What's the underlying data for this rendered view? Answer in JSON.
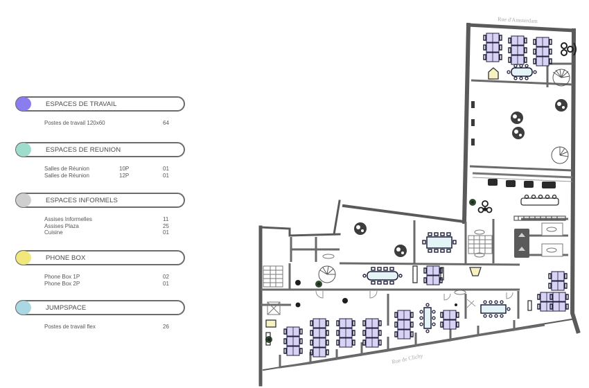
{
  "legend": {
    "sections": [
      {
        "title": "ESPACES DE TRAVAIL",
        "color": "#8b7cf0",
        "rows": [
          {
            "label": "Postes de travail 120x60",
            "size": "",
            "qty": "64"
          }
        ]
      },
      {
        "title": "ESPACES DE REUNION",
        "color": "#9edccc",
        "rows": [
          {
            "label": "Salles de Réunion",
            "size": "10P",
            "qty": "01"
          },
          {
            "label": "Salles de Réunion",
            "size": "12P",
            "qty": "01"
          }
        ]
      },
      {
        "title": "ESPACES INFORMELS",
        "color": "#cfcfcf",
        "rows": [
          {
            "label": "Assises Informelles",
            "size": "",
            "qty": "11"
          },
          {
            "label": "Assises Plaza",
            "size": "",
            "qty": "25"
          },
          {
            "label": "Cuisine",
            "size": "",
            "qty": "01"
          }
        ]
      },
      {
        "title": "PHONE BOX",
        "color": "#f2e77a",
        "rows": [
          {
            "label": "Phone Box  1P",
            "size": "",
            "qty": "02"
          },
          {
            "label": "Phone Box  2P",
            "size": "",
            "qty": "01"
          }
        ]
      },
      {
        "title": "JUMPSPACE",
        "color": "#aad8e2",
        "rows": [
          {
            "label": "Postes de travail flex",
            "size": "",
            "qty": "26"
          }
        ]
      }
    ]
  },
  "floorplan": {
    "street_top": "Rue d'Amsterdam",
    "street_bottom": "Rue de Clichy",
    "colors": {
      "wall": "#5a5a5a",
      "desk": "#d8d2f5",
      "meeting_table": "#e4f4f6",
      "chair": "#1e1e3a",
      "plant": "#2f4a2f"
    }
  }
}
